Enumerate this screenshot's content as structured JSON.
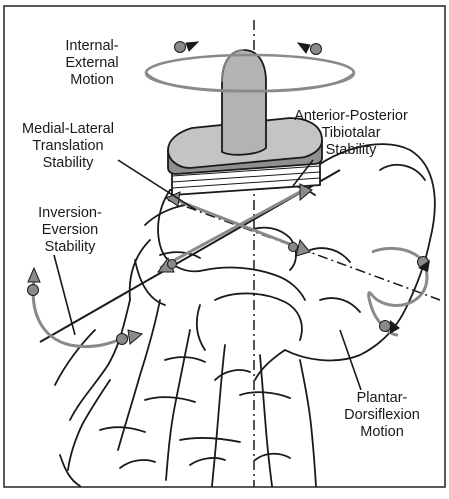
{
  "labels": {
    "internal_external": [
      "Internal-",
      "External",
      "Motion"
    ],
    "anterior_posterior": [
      "Anterior-Posterior",
      "Tibiotalar",
      "Stability"
    ],
    "medial_lateral": [
      "Medial-Lateral",
      "Translation",
      "Stability"
    ],
    "inversion_eversion": [
      "Inversion-",
      "Eversion",
      "Stability"
    ],
    "plantar_dorsiflexion": [
      "Plantar-",
      "Dorsiflexion",
      "Motion"
    ]
  },
  "colors": {
    "line": "#1a1a1a",
    "arrow_gray": "#8a8a8a",
    "implant_fill": "#a9a9a9",
    "implant_top": "#c4c4c4",
    "stem_fill": "#b3b3b3"
  },
  "icons": {
    "diagram": "ankle-implant-diagram",
    "rotation_arrow": "curved-rotation-arrow"
  }
}
